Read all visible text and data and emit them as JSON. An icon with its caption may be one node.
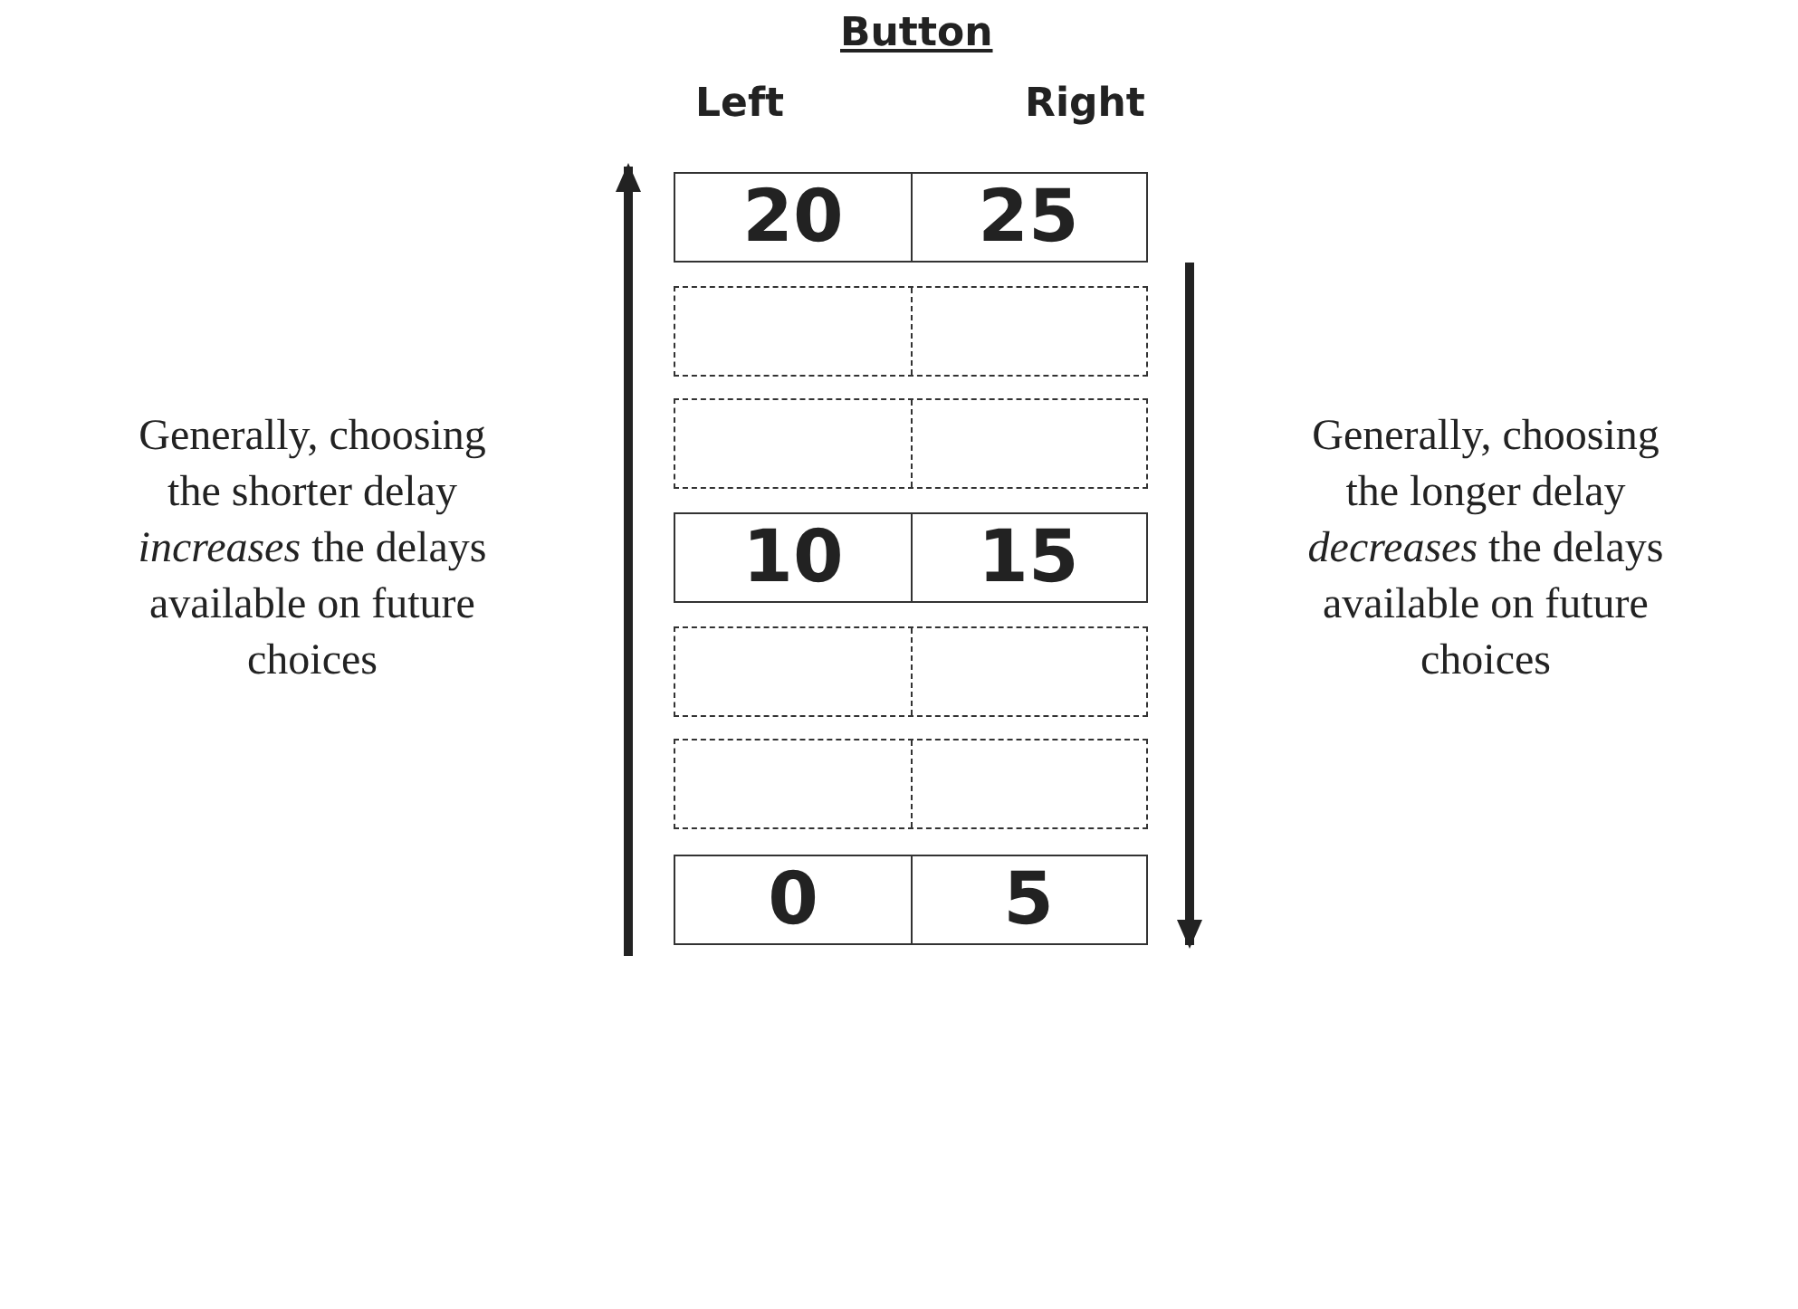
{
  "diagram": {
    "title": "Button",
    "nodes": [
      {
        "text": [
          "20",
          "25"
        ]
      },
      {
        "text": [],
        "shape": "box"
      },
      {
        "text": [],
        "shape": "box"
      },
      {
        "text": [
          "10",
          "15"
        ]
      },
      {
        "text": [],
        "shape": "box"
      },
      {
        "text": [],
        "shape": "box"
      },
      {
        "text": [
          "0",
          "5"
        ]
      }
    ],
    "labels": [
      "Left",
      "Right",
      "Generally, choosing the shorter delay *increases* the delays available on future choices",
      "Generally, choosing the longer delay *decreases* the delays available on future choices"
    ]
  }
}
